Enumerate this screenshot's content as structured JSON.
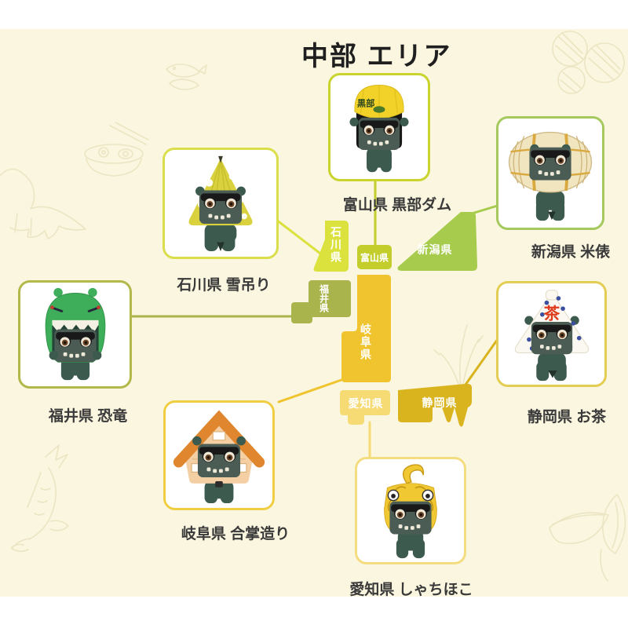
{
  "title": "中部 エリア",
  "map": {
    "prefectures": [
      {
        "id": "ishikawa",
        "label": "石川県",
        "color": "#dbe23e"
      },
      {
        "id": "toyama",
        "label": "富山県",
        "color": "#c3cd2b"
      },
      {
        "id": "niigata",
        "label": "新潟県",
        "color": "#a7cb4d"
      },
      {
        "id": "fukui",
        "label": "福井県",
        "color": "#a9b44c"
      },
      {
        "id": "gifu",
        "label": "岐阜県",
        "color": "#f0c42e"
      },
      {
        "id": "aichi",
        "label": "愛知県",
        "color": "#f6da74"
      },
      {
        "id": "shizuoka",
        "label": "静岡県",
        "color": "#d9b41f"
      }
    ]
  },
  "cards": [
    {
      "id": "toyama",
      "caption": "富山県 黒部ダム",
      "border_color": "#c9d42f",
      "costume": "kurobe-dam-helmet",
      "hat_text": "黒部"
    },
    {
      "id": "ishikawa",
      "caption": "石川県 雪吊り",
      "border_color": "#d9de4a",
      "costume": "yukitsuri-cone"
    },
    {
      "id": "niigata",
      "caption": "新潟県 米俵",
      "border_color": "#a5c95e",
      "costume": "rice-bale"
    },
    {
      "id": "fukui",
      "caption": "福井県 恐竜",
      "border_color": "#b3b84b",
      "costume": "dinosaur"
    },
    {
      "id": "shizuoka",
      "caption": "静岡県 お茶",
      "border_color": "#e3cd52",
      "costume": "tea-cloth",
      "cloth_text": "茶"
    },
    {
      "id": "gifu",
      "caption": "岐阜県 合掌造り",
      "border_color": "#f0ce43",
      "costume": "gassho-house"
    },
    {
      "id": "aichi",
      "caption": "愛知県 しゃちほこ",
      "border_color": "#f4dc80",
      "costume": "shachihoko"
    }
  ],
  "background": {
    "page": "#ffffff",
    "panel": "#faf6df",
    "watermark": "#ece5c4"
  },
  "decorations": [
    "fish-pair",
    "ramen-bowl",
    "dinosaur",
    "koi",
    "rice-bales",
    "tea-leaves",
    "pampas-grass"
  ]
}
